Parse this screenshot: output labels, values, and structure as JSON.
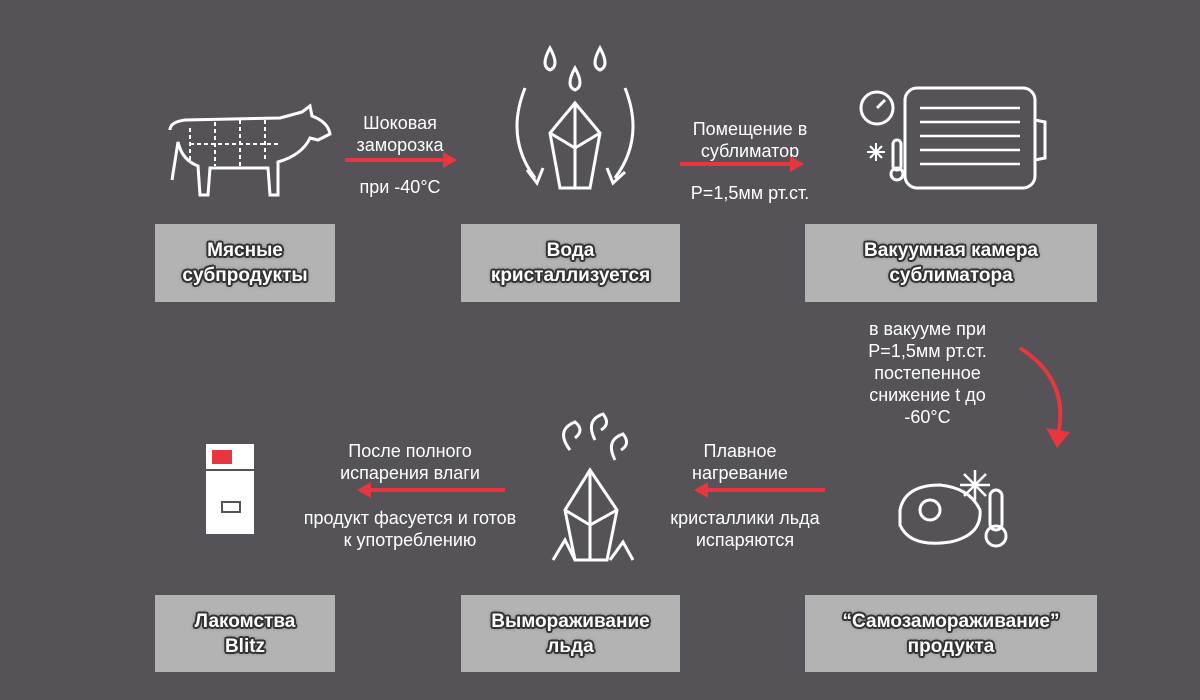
{
  "steps": {
    "meat": "Мясные субпродукты",
    "crystal": "Вода кристаллизуется",
    "chamber": "Вакуумная камера сублиматора",
    "self_freeze": "“Самозамораживание” продукта",
    "ice": "Вымораживание льда",
    "treats": "Лакомства Blitz"
  },
  "transitions": {
    "t1_top": "Шоковая заморозка",
    "t1_bottom": "при -40°С",
    "t2_top": "Помещение в сублиматор",
    "t2_bottom": "Р=1,5мм рт.ст.",
    "t3": "в вакууме при Р=1,5мм рт.ст. постепенное снижение t до -60°С",
    "t4_top": "Плавное нагревание",
    "t4_bottom": "кристаллики льда испаряются",
    "t5_top": "После полного испарения влаги",
    "t5_bottom": "продукт фасуется и готов к употреблению"
  },
  "colors": {
    "background": "#555357",
    "box": "#b3b3b3",
    "arrow": "#e8363f"
  }
}
